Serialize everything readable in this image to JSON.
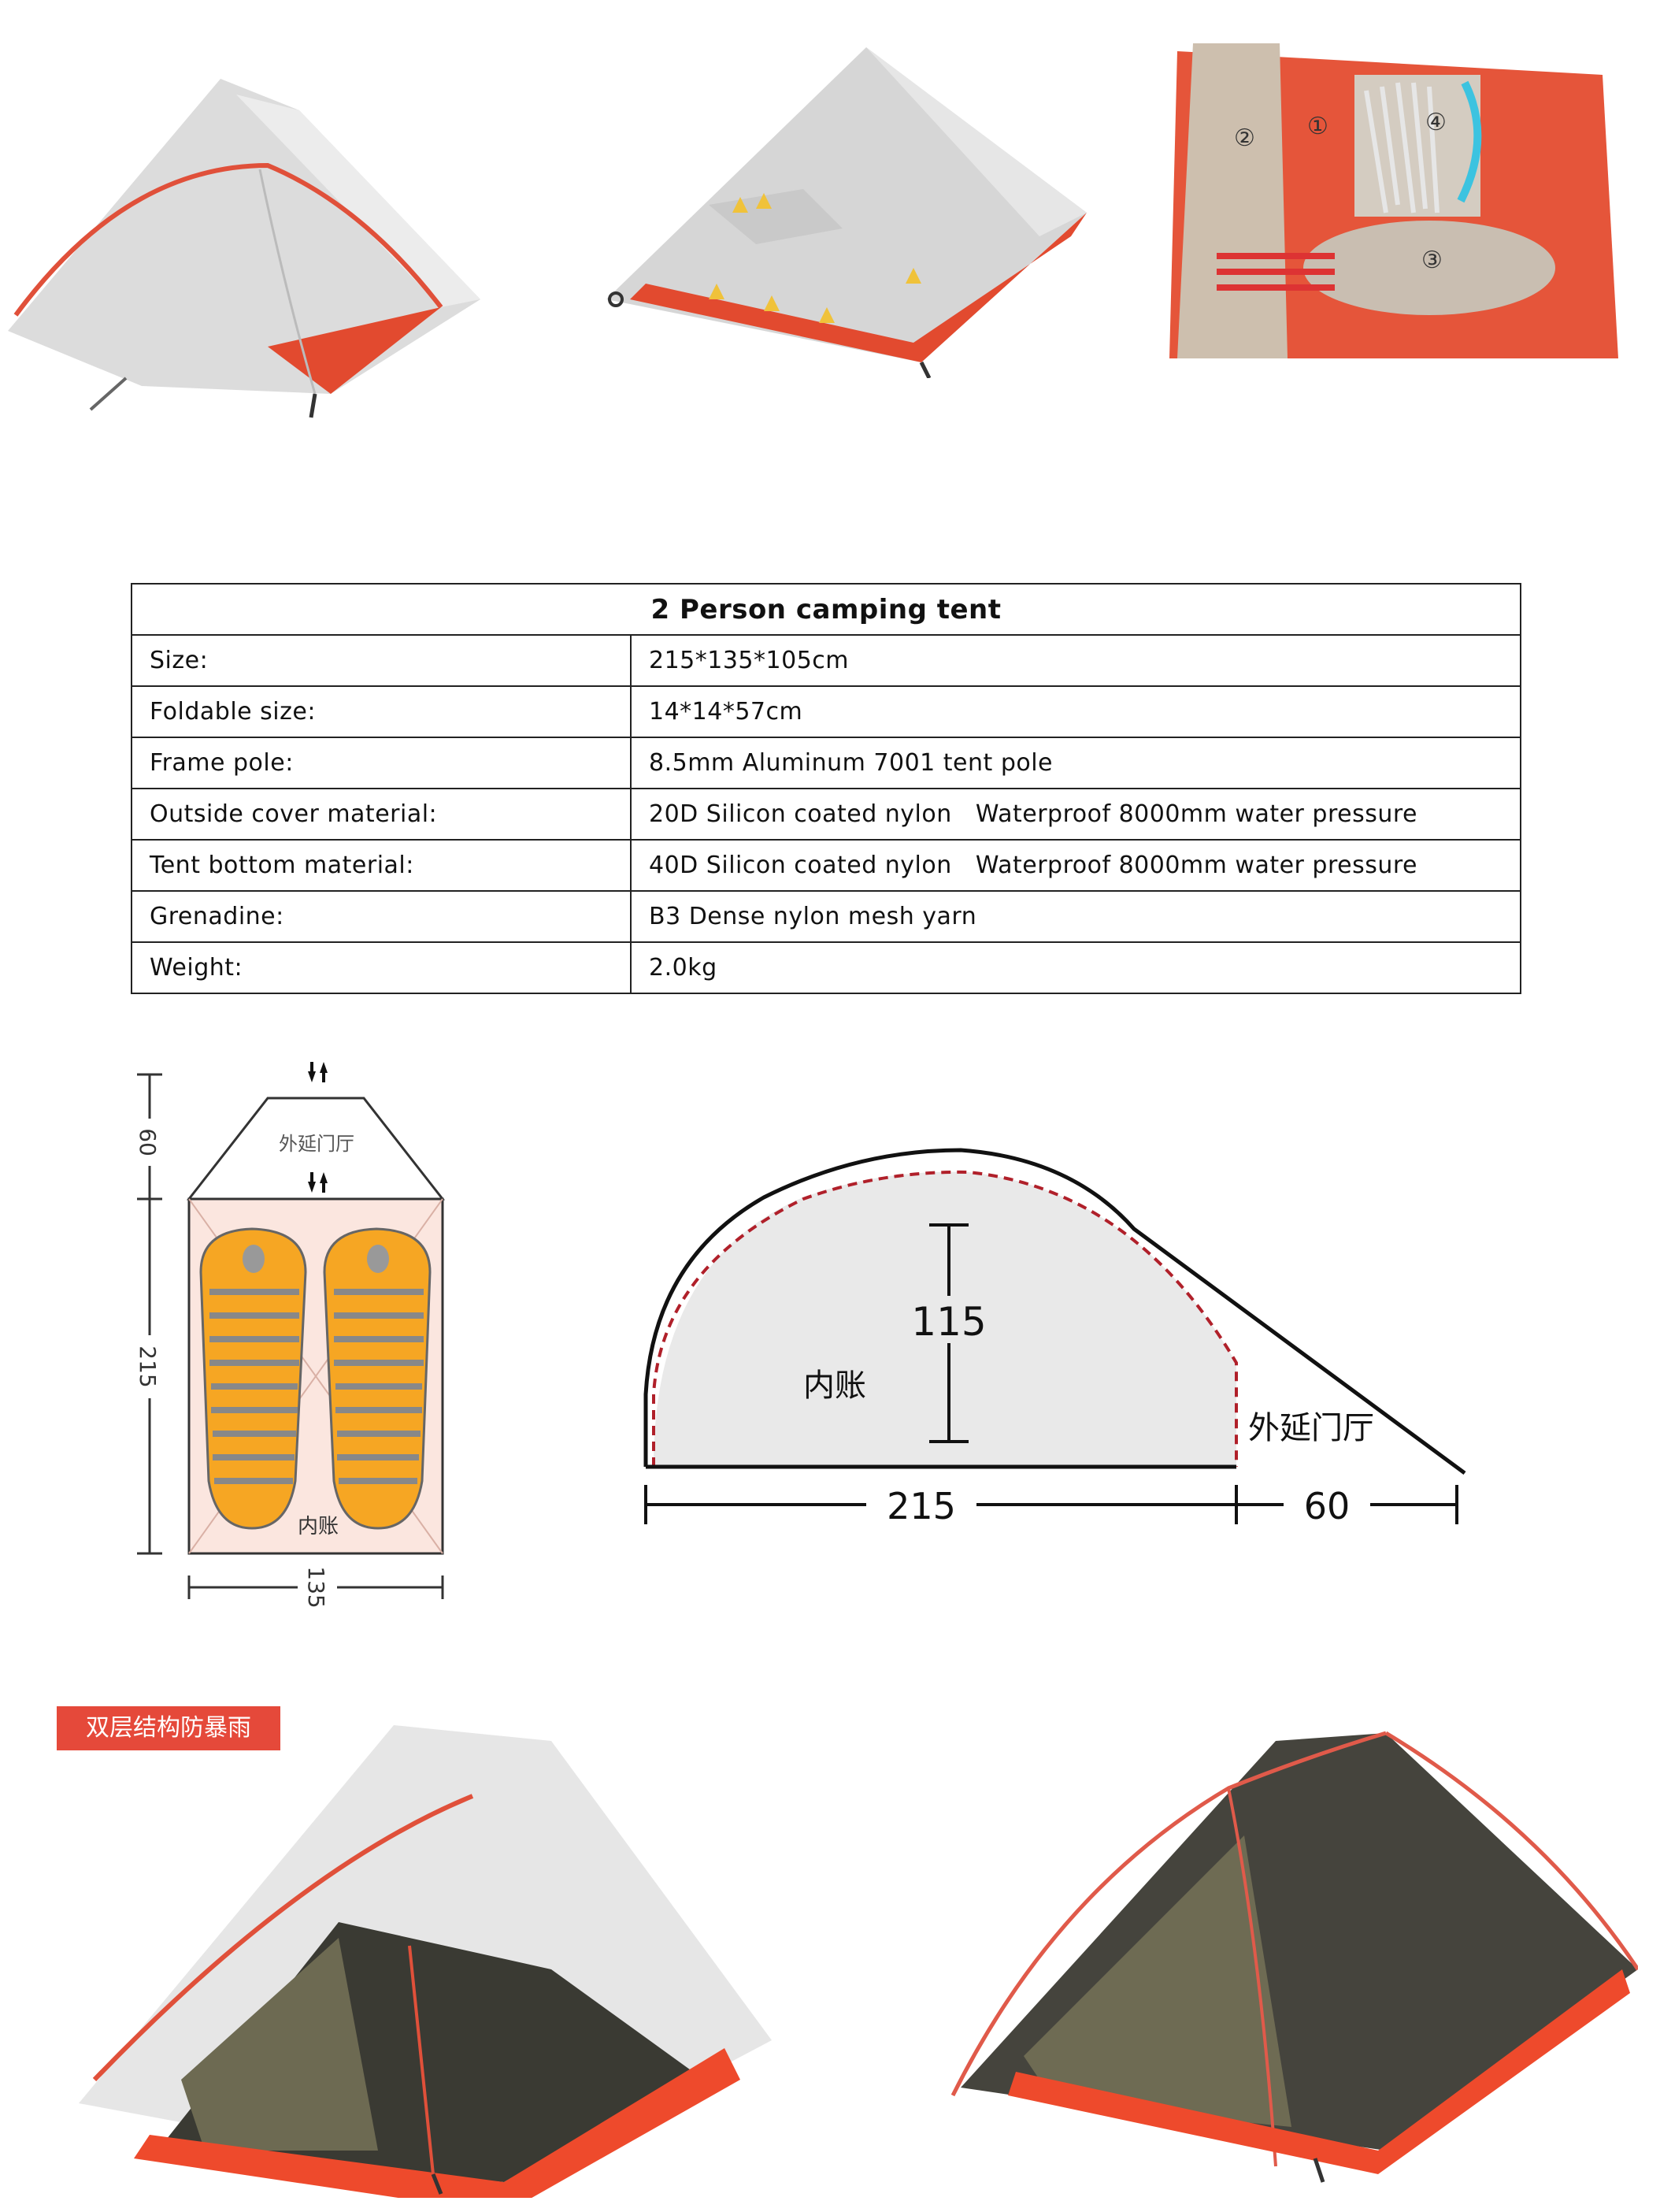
{
  "table": {
    "title": "2 Person camping tent",
    "rows": [
      {
        "key": "Size:",
        "value": "215*135*105cm"
      },
      {
        "key": "Foldable size:",
        "value": "14*14*57cm"
      },
      {
        "key": "Frame pole:",
        "value": "8.5mm Aluminum 7001 tent pole"
      },
      {
        "key": "Outside cover material:",
        "value": "20D Silicon coated nylon   Waterproof 8000mm water pressure"
      },
      {
        "key": "Tent bottom material:",
        "value": "40D Silicon coated nylon   Waterproof 8000mm water pressure"
      },
      {
        "key": "Grenadine:",
        "value": "B3 Dense nylon mesh yarn"
      },
      {
        "key": "Weight:",
        "value": "2.0kg"
      }
    ]
  },
  "package": {
    "markers": [
      "②",
      "①",
      "④",
      "③"
    ]
  },
  "floorplan": {
    "vestibule_label": "外延门厅",
    "inner_label": "内账",
    "dim_vestibule": "60",
    "dim_length": "215",
    "dim_width": "135"
  },
  "sideview": {
    "height": "115",
    "inner_label": "内账",
    "vestibule_label": "外延门厅",
    "length": "215",
    "vestibule_length": "60"
  },
  "badge": {
    "text": "双层结构防暴雨"
  },
  "colors": {
    "accent": "#e5493a",
    "fly": "#d9d9d9",
    "floor": "#ee4a2c",
    "mesh": "#3b3a33"
  }
}
